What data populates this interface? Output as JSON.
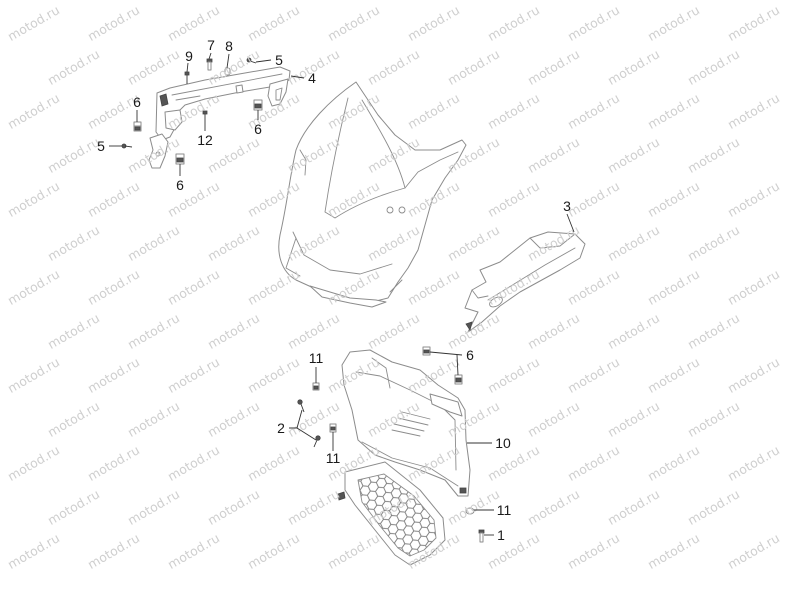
{
  "colors": {
    "background": "#ffffff",
    "part_stroke": "#8c8c8c",
    "leader": "#333333",
    "label": "#1a1a1a",
    "watermark": "#cfcfcf"
  },
  "watermark": {
    "text": "motod.ru"
  },
  "callouts": [
    {
      "label": "9"
    },
    {
      "label": "7"
    },
    {
      "label": "8"
    },
    {
      "label": "5"
    },
    {
      "label": "4"
    },
    {
      "label": "6"
    },
    {
      "label": "5"
    },
    {
      "label": "12"
    },
    {
      "label": "6"
    },
    {
      "label": "6"
    },
    {
      "label": "3"
    },
    {
      "label": "11"
    },
    {
      "label": "6"
    },
    {
      "label": "2"
    },
    {
      "label": "11"
    },
    {
      "label": "10"
    },
    {
      "label": "11"
    },
    {
      "label": "1"
    }
  ]
}
